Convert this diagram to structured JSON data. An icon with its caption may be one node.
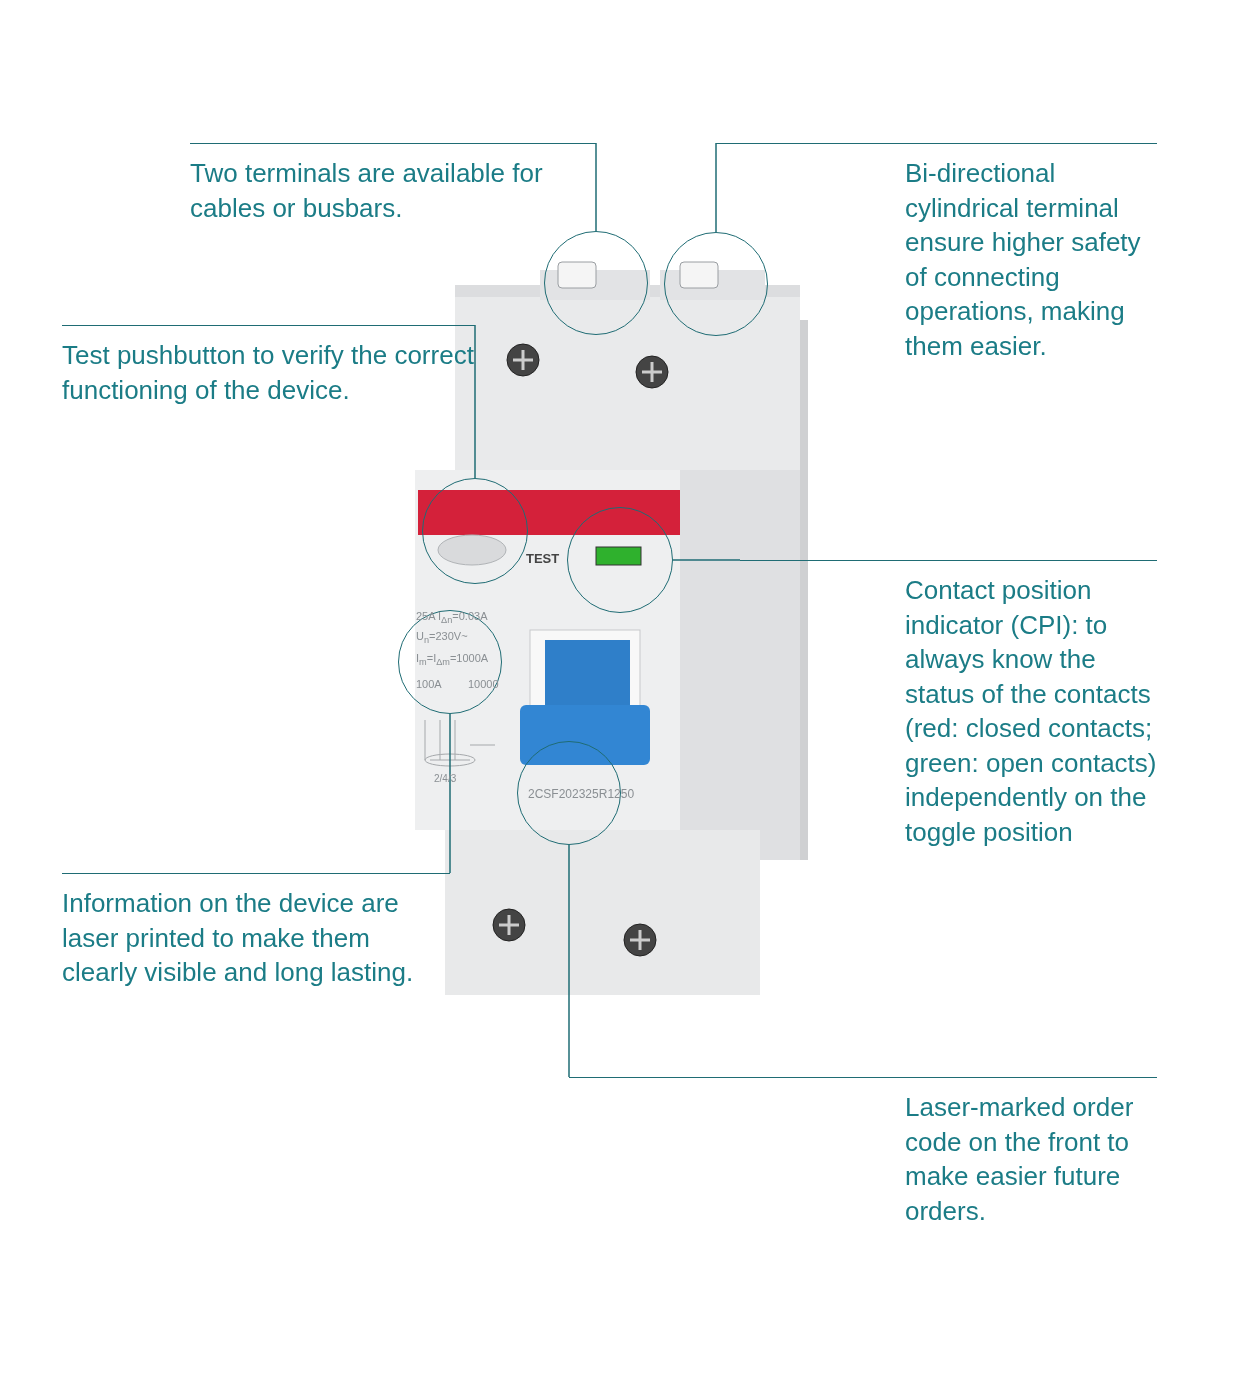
{
  "diagram": {
    "nodes": [
      {
        "text": [
          "Two terminals are available for cables or busbars."
        ]
      },
      {
        "text": [
          "Bi-directional cylindrical terminal ensure higher safety of connecting operations, making them easier."
        ]
      },
      {
        "text": [],
        "shape": "circle"
      },
      {
        "text": [],
        "shape": "circle"
      },
      {
        "text": [
          "Test pushbutton to verify the correct functioning of the device."
        ]
      },
      {
        "text": [],
        "shape": "circle"
      },
      {
        "text": [],
        "shape": "circle"
      },
      {
        "text": [
          "Contact position indicator (CPI): to always know the status of the contacts (red: closed contacts; green: open contacts) independently on the toggle position"
        ]
      },
      {
        "text": [],
        "shape": "circle"
      },
      {
        "text": [],
        "shape": "circle"
      },
      {
        "text": [
          "Information on the device are laser printed to make them clearly visible and long lasting."
        ]
      },
      {
        "text": [
          "Laser-marked order code on the front to make easier future orders."
        ]
      }
    ],
    "edges": [
      {
        "from": 0,
        "to": 2,
        "arrow": "none"
      },
      {
        "from": 1,
        "to": 3,
        "arrow": "none"
      },
      {
        "from": 4,
        "to": 5,
        "arrow": "none"
      },
      {
        "from": 7,
        "to": 6,
        "arrow": "none"
      },
      {
        "from": 10,
        "to": 8,
        "arrow": "none"
      },
      {
        "from": 11,
        "to": 9,
        "arrow": "none"
      }
    ],
    "labels": [
      "TEST",
      "25A I$_{Δn}$=0.03A",
      "U$_{n}$=230V~",
      "I$_{m}$=I$_{Δm}$=1000A",
      "100A",
      "10000",
      "2/4/3",
      "2CSF202325R1250"
    ]
  }
}
